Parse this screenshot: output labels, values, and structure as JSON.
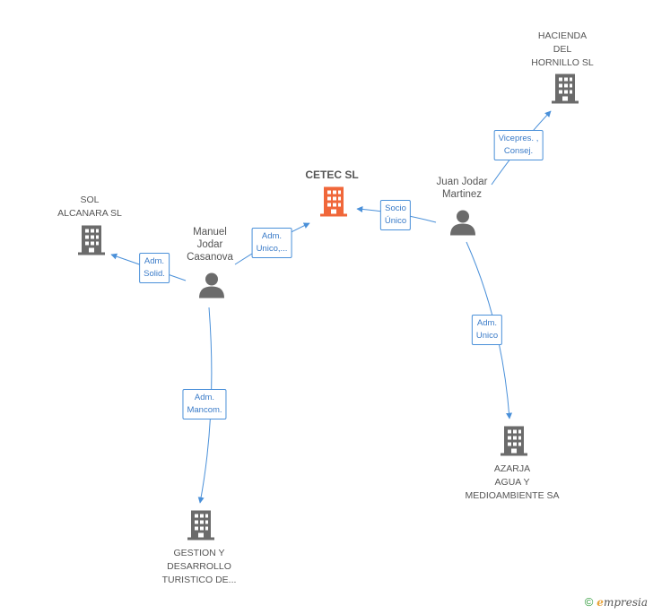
{
  "colors": {
    "edge": "#4a90d9",
    "company_icon": "#6b6b6b",
    "main_company_icon": "#f0673a",
    "person_icon": "#6b6b6b"
  },
  "nodes": {
    "cetec": {
      "label": "CETEC SL",
      "type": "company-main"
    },
    "hacienda": {
      "label_lines": [
        "HACIENDA",
        "DEL",
        "HORNILLO SL"
      ],
      "type": "company"
    },
    "sol": {
      "label_lines": [
        "SOL",
        "ALCANARA SL"
      ],
      "type": "company"
    },
    "azarja": {
      "label_lines": [
        "AZARJA",
        "AGUA Y",
        "MEDIOAMBIENTE SA"
      ],
      "type": "company"
    },
    "gestion": {
      "label_lines": [
        "GESTION Y",
        "DESARROLLO",
        "TURISTICO DE..."
      ],
      "type": "company"
    },
    "juan": {
      "label_lines": [
        "Juan Jodar",
        "Martinez"
      ],
      "type": "person"
    },
    "manuel": {
      "label_lines": [
        "Manuel",
        "Jodar",
        "Casanova"
      ],
      "type": "person"
    }
  },
  "edges": {
    "juan_cetec": {
      "label_lines": [
        "Socio",
        "Único"
      ]
    },
    "manuel_cetec": {
      "label_lines": [
        "Adm.",
        "Unico,..."
      ]
    },
    "juan_hacienda": {
      "label_lines": [
        "Vicepres. ,",
        "Consej."
      ]
    },
    "manuel_sol": {
      "label_lines": [
        "Adm.",
        "Solid."
      ]
    },
    "juan_azarja": {
      "label_lines": [
        "Adm.",
        "Unico"
      ]
    },
    "manuel_gestion": {
      "label_lines": [
        "Adm.",
        "Mancom."
      ]
    }
  },
  "footer": {
    "copyright": "©",
    "brand_e": "e",
    "brand_rest": "mpresia"
  }
}
